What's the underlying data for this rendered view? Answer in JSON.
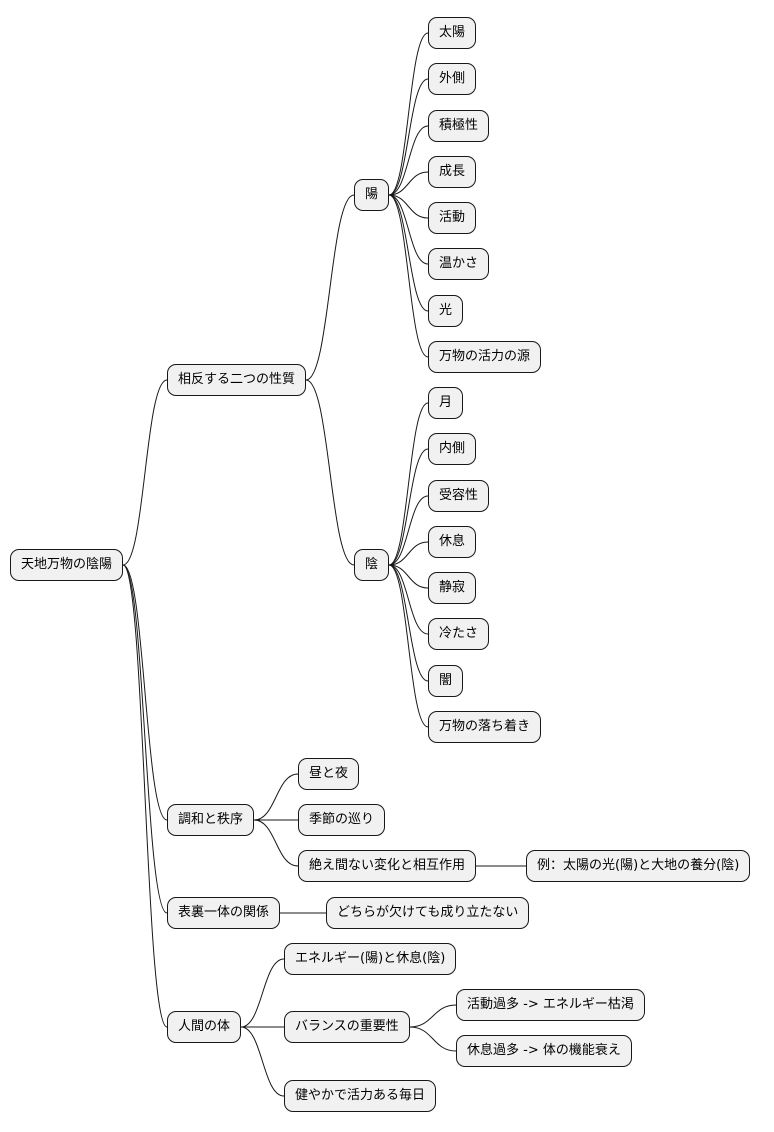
{
  "mindmap": {
    "root": "天地万物の陰陽",
    "properties": {
      "label": "相反する二つの性質",
      "yang": {
        "label": "陽",
        "items": [
          "太陽",
          "外側",
          "積極性",
          "成長",
          "活動",
          "温かさ",
          "光",
          "万物の活力の源"
        ]
      },
      "yin": {
        "label": "陰",
        "items": [
          "月",
          "内側",
          "受容性",
          "休息",
          "静寂",
          "冷たさ",
          "闇",
          "万物の落ち着き"
        ]
      }
    },
    "harmony": {
      "label": "調和と秩序",
      "items": [
        "昼と夜",
        "季節の巡り",
        "絶え間ない変化と相互作用"
      ],
      "example": "例：太陽の光(陽)と大地の養分(陰)"
    },
    "unity": {
      "label": "表裏一体の関係",
      "item": "どちらが欠けても成り立たない"
    },
    "body": {
      "label": "人間の体",
      "energy": "エネルギー(陽)と休息(陰)",
      "balance": {
        "label": "バランスの重要性",
        "items": [
          "活動過多 -> エネルギー枯渇",
          "休息過多 -> 体の機能衰え"
        ]
      },
      "healthy": "健やかで活力ある毎日"
    }
  }
}
